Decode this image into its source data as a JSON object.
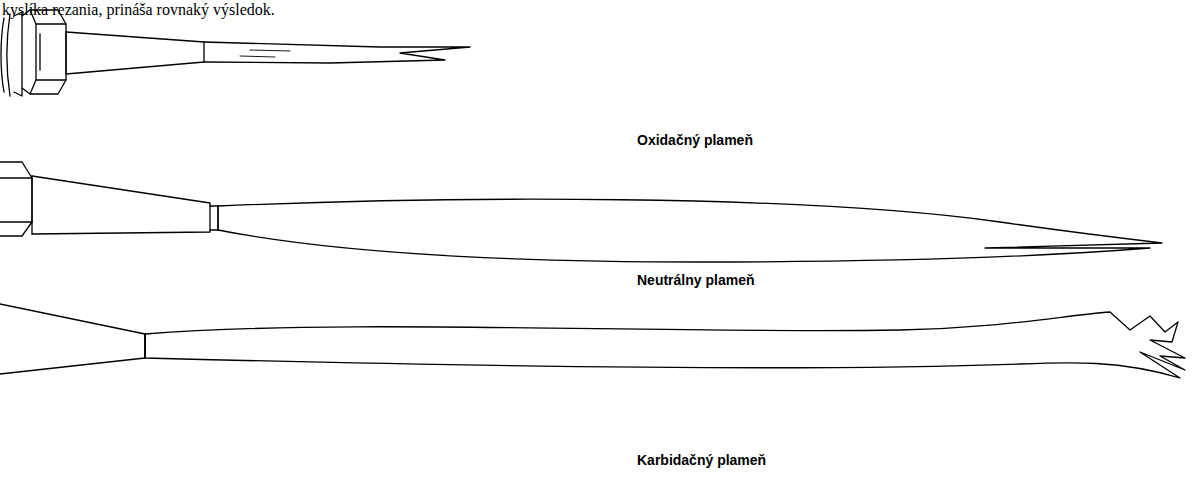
{
  "diagram": {
    "labels": [
      "kyslíka rezania, prináša rovnaký výsledok.",
      "Oxidačný plameň",
      "Neutrálny plameň",
      "Karbidačný plameň"
    ]
  }
}
